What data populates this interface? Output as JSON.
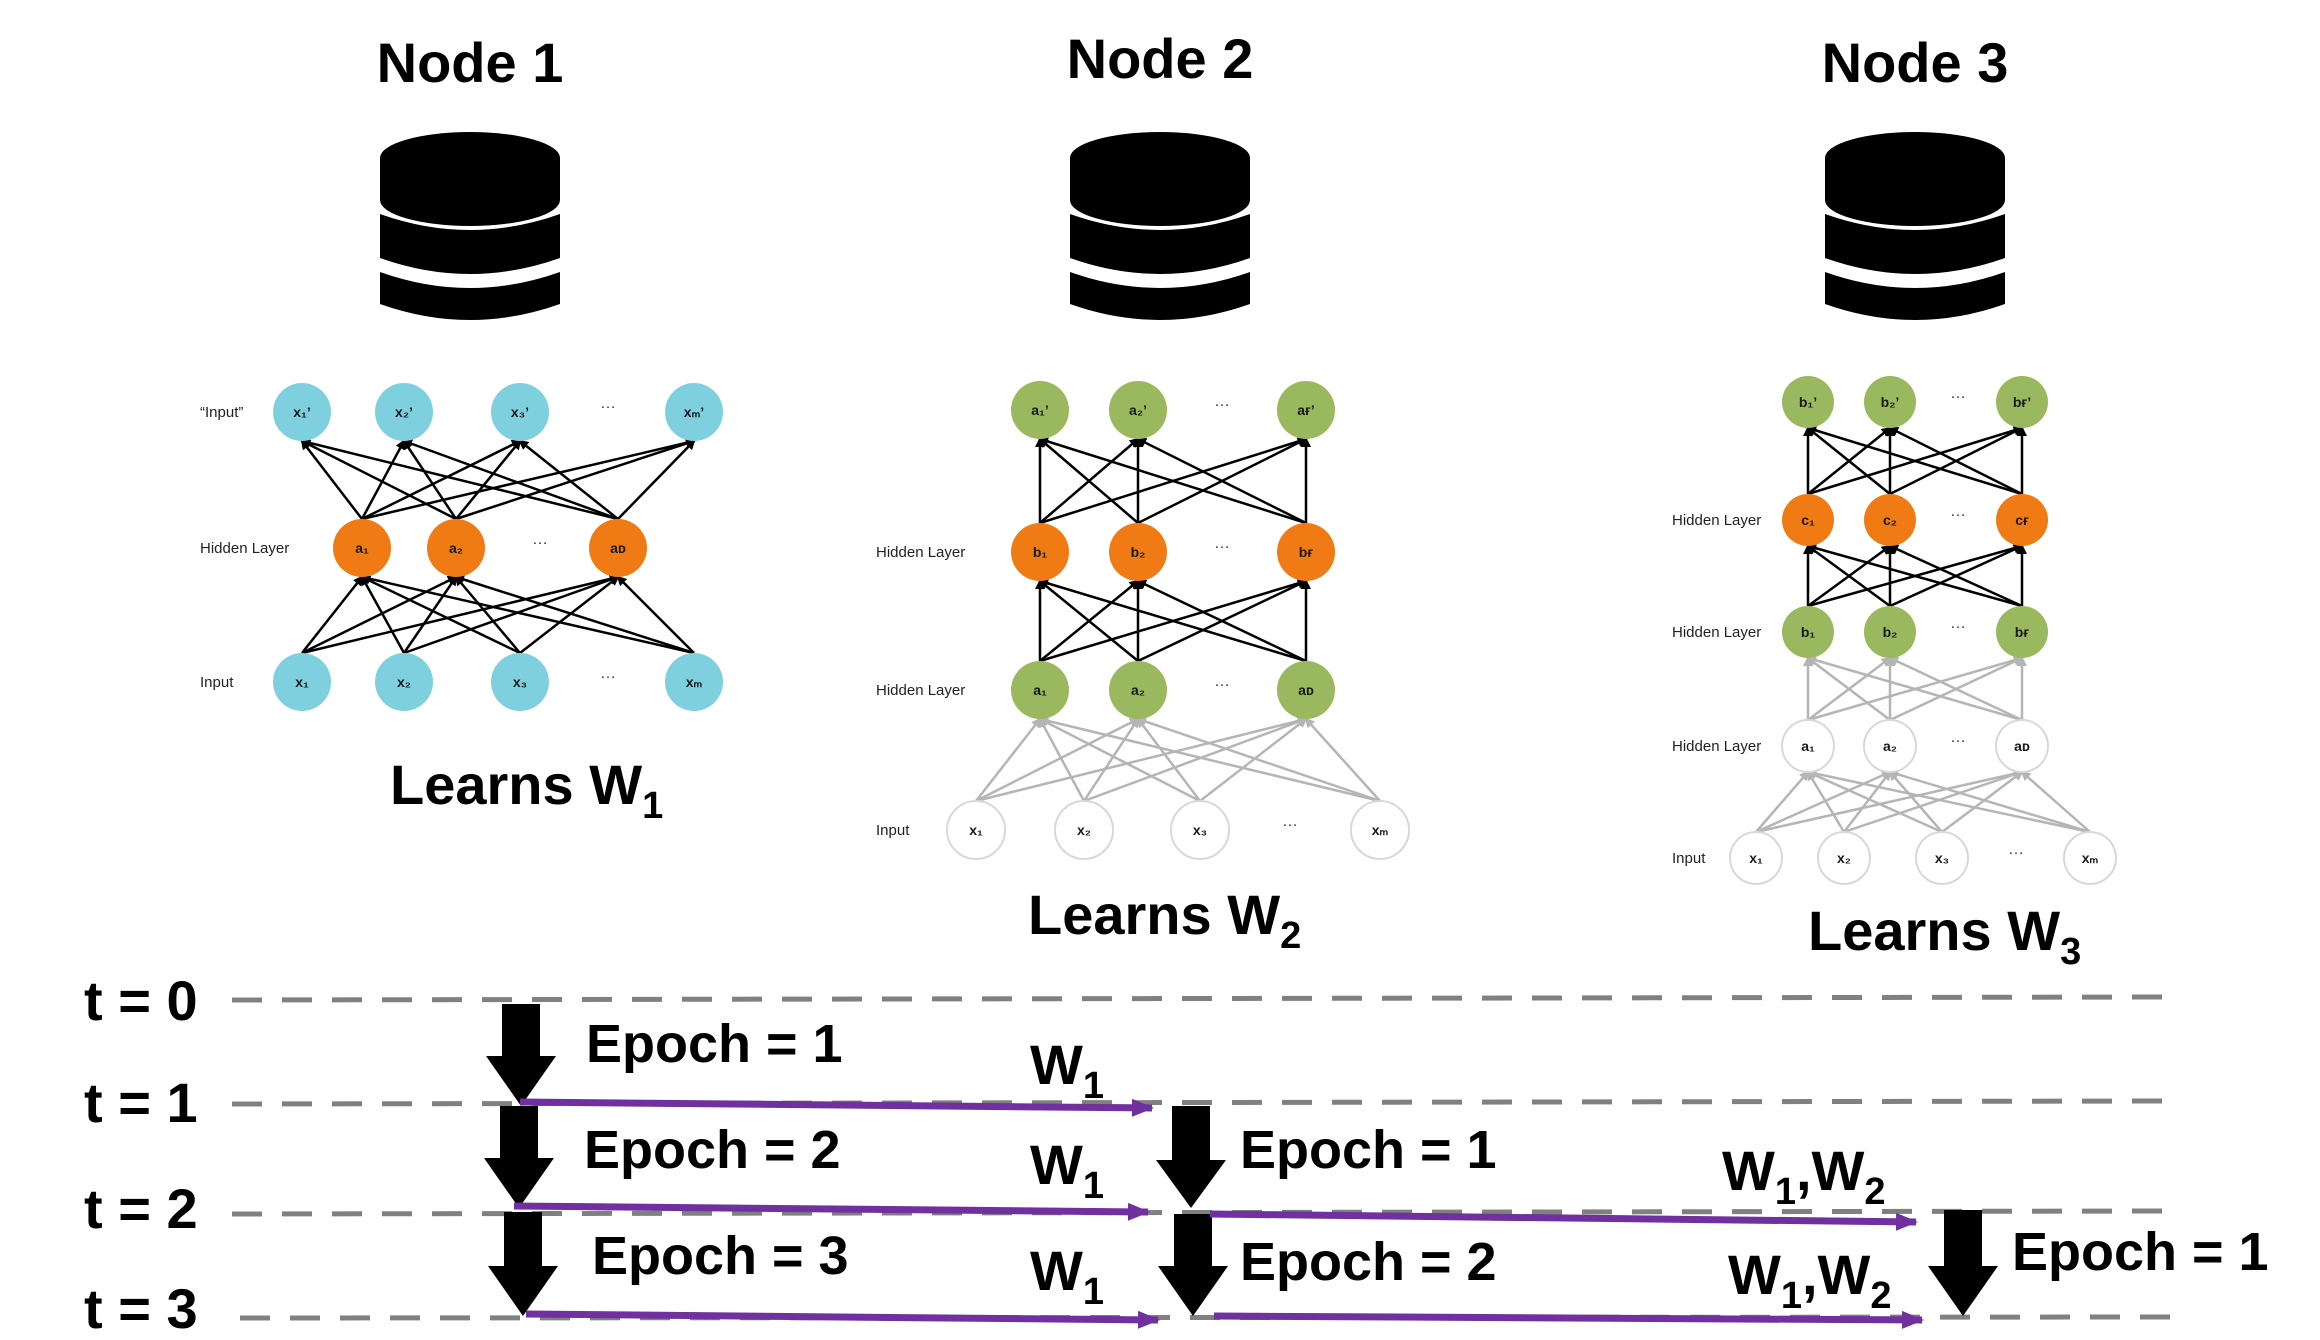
{
  "colors": {
    "cyan": "#7fd0df",
    "orange": "#f07b14",
    "green": "#9ab85e",
    "white_node": "#ffffff",
    "purple": "#7030a0",
    "timeline_dash": "#808080",
    "arrow_black": "#000000"
  },
  "nodes": [
    {
      "title": "Node 1",
      "icon": "database-icon",
      "learns_text": "Learns W",
      "learns_sub": "1",
      "layers": [
        {
          "label": "“Input”",
          "neurons": [
            "x₁’",
            "x₂’",
            "x₃’",
            "…",
            "xₘ’"
          ],
          "color": "cyan"
        },
        {
          "label": "Hidden Layer",
          "neurons": [
            "a₁",
            "a₂",
            "…",
            "aᴅ"
          ],
          "color": "orange"
        },
        {
          "label": "Input",
          "neurons": [
            "x₁",
            "x₂",
            "x₃",
            "…",
            "xₘ"
          ],
          "color": "cyan"
        }
      ]
    },
    {
      "title": "Node 2",
      "icon": "database-icon",
      "learns_text": "Learns W",
      "learns_sub": "2",
      "layers": [
        {
          "label": "",
          "neurons": [
            "a₁’",
            "a₂’",
            "…",
            "aғ’"
          ],
          "color": "green"
        },
        {
          "label": "Hidden Layer",
          "neurons": [
            "b₁",
            "b₂",
            "…",
            "bғ"
          ],
          "color": "orange"
        },
        {
          "label": "Hidden Layer",
          "neurons": [
            "a₁",
            "a₂",
            "…",
            "aᴅ"
          ],
          "color": "green"
        },
        {
          "label": "Input",
          "neurons": [
            "x₁",
            "x₂",
            "x₃",
            "…",
            "xₘ"
          ],
          "color": "white"
        }
      ]
    },
    {
      "title": "Node 3",
      "icon": "database-icon",
      "learns_text": "Learns W",
      "learns_sub": "3",
      "layers": [
        {
          "label": "",
          "neurons": [
            "b₁’",
            "b₂’",
            "…",
            "bғ’"
          ],
          "color": "green"
        },
        {
          "label": "Hidden Layer",
          "neurons": [
            "c₁",
            "c₂",
            "…",
            "cғ"
          ],
          "color": "orange"
        },
        {
          "label": "Hidden Layer",
          "neurons": [
            "b₁",
            "b₂",
            "…",
            "bғ"
          ],
          "color": "green"
        },
        {
          "label": "Hidden Layer",
          "neurons": [
            "a₁",
            "a₂",
            "…",
            "aᴅ"
          ],
          "color": "white"
        },
        {
          "label": "Input",
          "neurons": [
            "x₁",
            "x₂",
            "x₃",
            "…",
            "xₘ"
          ],
          "color": "white"
        }
      ]
    }
  ],
  "timeline": {
    "labels": [
      "t = 0",
      "t = 1",
      "t = 2",
      "t = 3"
    ],
    "epochs": [
      {
        "text": "Epoch = 1"
      },
      {
        "text": "Epoch = 2"
      },
      {
        "text": "Epoch = 3"
      },
      {
        "text": "Epoch = 1"
      },
      {
        "text": "Epoch = 2"
      },
      {
        "text": "Epoch = 1"
      }
    ],
    "transfers": [
      {
        "main": "W",
        "sub": "1"
      },
      {
        "main": "W",
        "sub": "1"
      },
      {
        "main": "W",
        "sub": "1"
      },
      {
        "main": "W",
        "sub1": "1",
        "sep": ",W",
        "sub2": "2"
      },
      {
        "main": "W",
        "sub1": "1",
        "sep": ",W",
        "sub2": "2"
      }
    ]
  }
}
